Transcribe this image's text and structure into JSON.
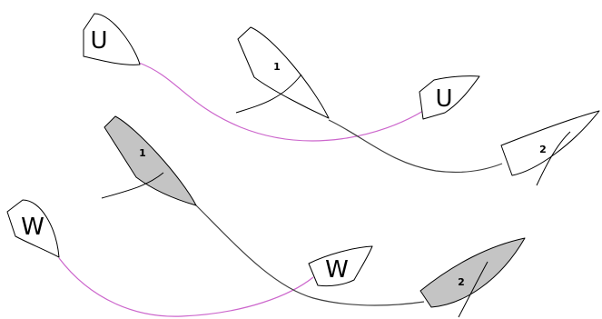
{
  "colors": {
    "background": "#ffffff",
    "outline": "#000000",
    "shaded_hull": "#c4c4c4",
    "white_hull": "#ffffff",
    "track_dark": "#404040",
    "track_pink": "#cc66cc"
  },
  "diagram": {
    "top_group": {
      "boat_u_start": {
        "label": "U"
      },
      "boat_1_start": {
        "label": "1"
      },
      "boat_u_end": {
        "label": "U"
      },
      "boat_2_end": {
        "label": "2"
      }
    },
    "bottom_group": {
      "boat_1_start": {
        "label": "1"
      },
      "boat_w_start": {
        "label": "W"
      },
      "boat_w_end": {
        "label": "W"
      },
      "boat_2_end": {
        "label": "2"
      }
    }
  }
}
